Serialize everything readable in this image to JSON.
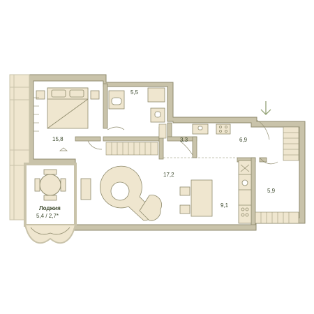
{
  "plan": {
    "rooms": {
      "bedroom": "15,8",
      "bathroom": "5,5",
      "wc": "3,3",
      "hall": "6,9",
      "living": "17,2",
      "kitchen": "9,1",
      "corridor": "5,9"
    },
    "loggia": {
      "name": "Лоджия",
      "area": "5,4 / 2,7*"
    },
    "colors": {
      "wall": "#c9c3aa",
      "wall_line": "#8e8a6c",
      "floor": "#ffffff",
      "furniture_fill": "#efe6cf",
      "furniture_line": "#8e8a6c",
      "text": "#3d4a2e",
      "arrow": "#8a9a6a"
    },
    "icons": {
      "entrance": "entrance-arrow-icon"
    }
  }
}
